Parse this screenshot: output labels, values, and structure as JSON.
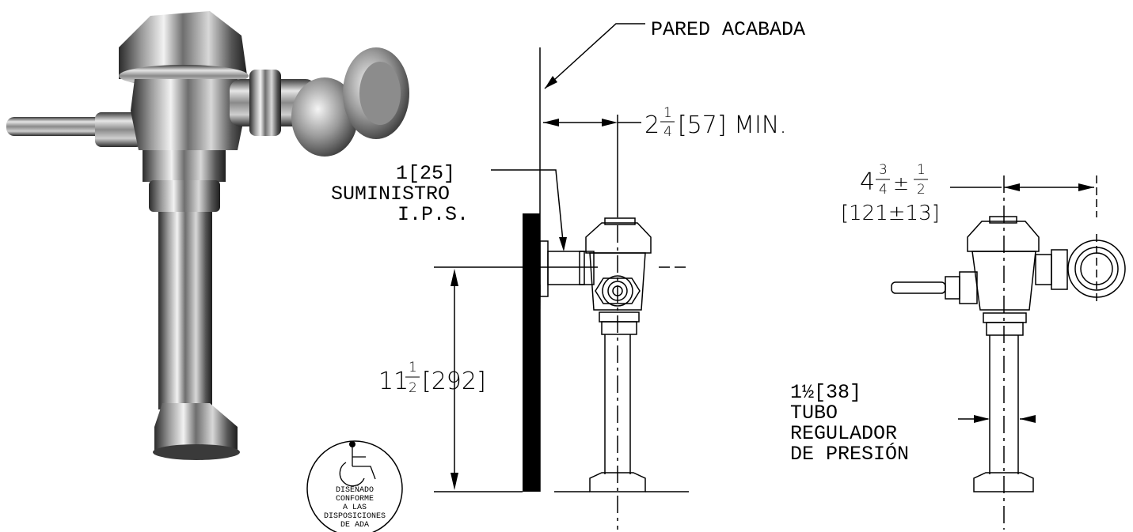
{
  "labels": {
    "finished_wall": "PARED ACABADA",
    "min_offset_whole": "2",
    "min_offset_frac_num": "1",
    "min_offset_frac_den": "4",
    "min_offset_metric": "[57] MIN.",
    "supply_size": "1[25]",
    "supply_line1": "SUMINISTRO",
    "supply_line2": "I.P.S.",
    "height_whole": "11",
    "height_frac_num": "1",
    "height_frac_den": "2",
    "height_metric": "[292]",
    "handle_whole": "4",
    "handle_frac_num": "3",
    "handle_frac_den": "4",
    "handle_tol_sign": "±",
    "handle_tol_num": "1",
    "handle_tol_den": "2",
    "handle_metric": "[121±13]",
    "tube_size": "1½[38]",
    "tube_line1": "TUBO",
    "tube_line2": "REGULADOR",
    "tube_line3": "DE PRESIÓN"
  },
  "ada_badge": {
    "line1": "DISEÑADO",
    "line2": "CONFORME",
    "line3": "A LAS",
    "line4": "DISPOSICIONES",
    "line5": "DE ADA"
  },
  "icons": {
    "product_photo": "chrome-flush-valve-photo",
    "ada_symbol": "wheelchair-icon"
  }
}
